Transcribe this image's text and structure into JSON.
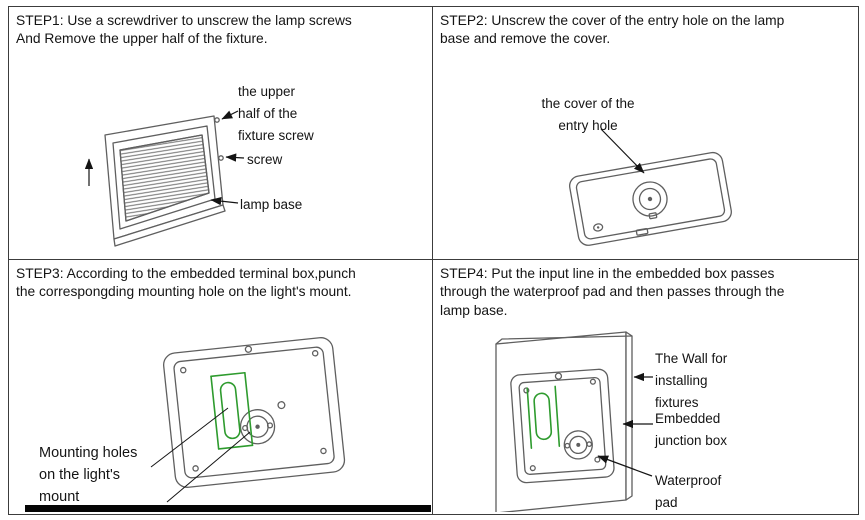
{
  "colors": {
    "text": "#141414",
    "line": "#5f5f5f",
    "green": "#2e9b2e",
    "border": "#3c3c3c",
    "scan_bar": "#050505"
  },
  "steps": [
    {
      "id": "STEP1",
      "text": "STEP1: Use a screwdriver to unscrew the lamp screws\nAnd Remove the upper half of the fixture.",
      "labels": {
        "upper_half": "the upper\nhalf of the\nfixture screw",
        "screw": "screw",
        "lamp_base": "lamp base"
      }
    },
    {
      "id": "STEP2",
      "text": "STEP2: Unscrew the cover of the entry hole on the lamp\nbase and remove the cover.",
      "labels": {
        "cover": "the cover of the\nentry hole"
      }
    },
    {
      "id": "STEP3",
      "text": "STEP3: According to the embedded terminal box,punch\nthe correspongding mounting hole on the light's mount.",
      "labels": {
        "mounting_holes": "Mounting holes\non the light's\nmount"
      }
    },
    {
      "id": "STEP4",
      "text": "STEP4: Put the input line in the embedded box passes\nthrough the waterproof pad and then passes through the\nlamp base.",
      "labels": {
        "wall": "The Wall for\ninstalling\nfixtures",
        "junction_box": "Embedded\njunction box",
        "waterproof_pad": "Waterproof\npad"
      }
    }
  ]
}
